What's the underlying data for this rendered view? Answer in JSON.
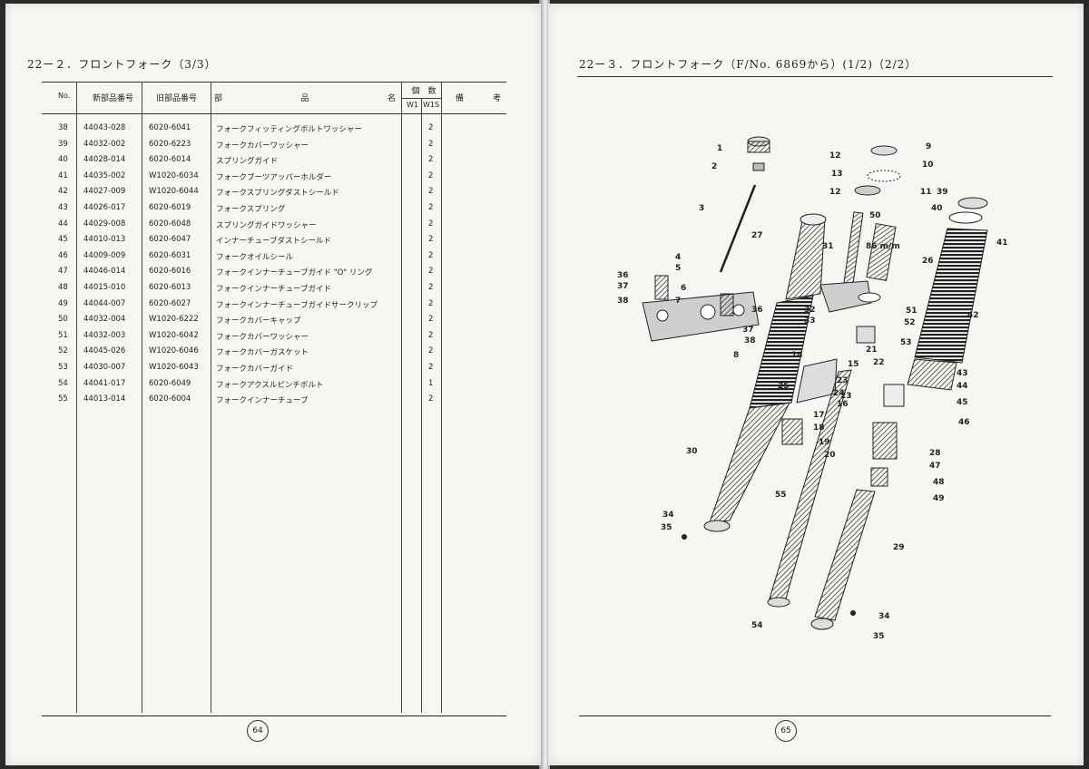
{
  "left_page": {
    "title": "22ー２．フロントフォーク（3/3）",
    "page_number": "64",
    "table": {
      "headers": {
        "no": "No.",
        "new_part": "新部品番号",
        "old_part": "旧部品番号",
        "name": [
          "部",
          "品",
          "名"
        ],
        "qty": "個　数",
        "w1": "W1",
        "w1s": "W1S",
        "note": [
          "備",
          "考"
        ]
      },
      "rows": [
        {
          "no": "38",
          "new": "44043-028",
          "old": "6020-6041",
          "name": "フォークフィッティングボルトワッシャー",
          "qty": "2"
        },
        {
          "no": "39",
          "new": "44032-002",
          "old": "6020-6223",
          "name": "フォークカバーワッシャー",
          "qty": "2"
        },
        {
          "no": "40",
          "new": "44028-014",
          "old": "6020-6014",
          "name": "スプリングガイド",
          "qty": "2"
        },
        {
          "no": "41",
          "new": "44035-002",
          "old": "W1020-6034",
          "name": "フォークブーツアッパーホルダー",
          "qty": "2"
        },
        {
          "no": "42",
          "new": "44027-009",
          "old": "W1020-6044",
          "name": "フォークスプリングダストシールド",
          "qty": "2"
        },
        {
          "no": "43",
          "new": "44026-017",
          "old": "6020-6019",
          "name": "フォークスプリング",
          "qty": "2"
        },
        {
          "no": "44",
          "new": "44029-008",
          "old": "6020-6048",
          "name": "スプリングガイドワッシャー",
          "qty": "2"
        },
        {
          "no": "45",
          "new": "44010-013",
          "old": "6020-6047",
          "name": "インナーチューブダストシールド",
          "qty": "2"
        },
        {
          "no": "46",
          "new": "44009-009",
          "old": "6020-6031",
          "name": "フォークオイルシール",
          "qty": "2"
        },
        {
          "no": "47",
          "new": "44046-014",
          "old": "6020-6016",
          "name": "フォークインナーチューブガイド \"O\" リング",
          "qty": "2"
        },
        {
          "no": "48",
          "new": "44015-010",
          "old": "6020-6013",
          "name": "フォークインナーチューブガイド",
          "qty": "2"
        },
        {
          "no": "49",
          "new": "44044-007",
          "old": "6020-6027",
          "name": "フォークインナーチューブガイドサークリップ",
          "qty": "2"
        },
        {
          "no": "50",
          "new": "44032-004",
          "old": "W1020-6222",
          "name": "フォークカバーキャップ",
          "qty": "2"
        },
        {
          "no": "51",
          "new": "44032-003",
          "old": "W1020-6042",
          "name": "フォークカバーワッシャー",
          "qty": "2"
        },
        {
          "no": "52",
          "new": "44045-026",
          "old": "W1020-6046",
          "name": "フォークカバーガスケット",
          "qty": "2"
        },
        {
          "no": "53",
          "new": "44030-007",
          "old": "W1020-6043",
          "name": "フォークカバーガイド",
          "qty": "2"
        },
        {
          "no": "54",
          "new": "44041-017",
          "old": "6020-6049",
          "name": "フォークアクスルピンチボルト",
          "qty": "1"
        },
        {
          "no": "55",
          "new": "44013-014",
          "old": "6020-6004",
          "name": "フォークインナーチューブ",
          "qty": "2"
        }
      ]
    }
  },
  "right_page": {
    "title": "22ー３．フロントフォーク（F/No. 6869から）(1/2)（2/2）",
    "page_number": "65",
    "diagram": {
      "dimension_label": "86 m/m",
      "callouts": [
        "1",
        "2",
        "3",
        "4",
        "5",
        "6",
        "7",
        "8",
        "9",
        "10",
        "11",
        "12",
        "12",
        "13",
        "14",
        "15",
        "16",
        "17",
        "18",
        "19",
        "20",
        "21",
        "22",
        "23",
        "23",
        "24",
        "25",
        "26",
        "27",
        "28",
        "29",
        "30",
        "31",
        "32",
        "33",
        "34",
        "34",
        "35",
        "35",
        "36",
        "36",
        "37",
        "37",
        "38",
        "38",
        "39",
        "40",
        "41",
        "42",
        "43",
        "44",
        "45",
        "46",
        "47",
        "48",
        "49",
        "50",
        "51",
        "52",
        "53",
        "54",
        "55"
      ]
    }
  }
}
